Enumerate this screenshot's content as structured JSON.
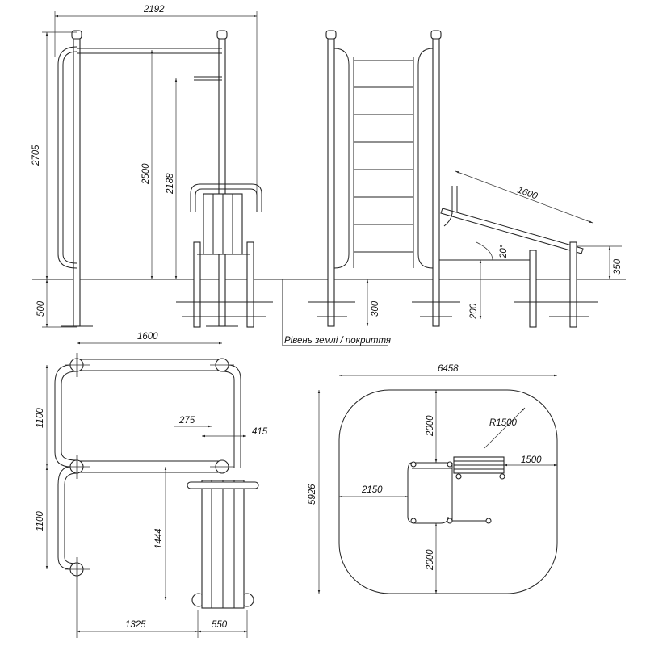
{
  "front_view": {
    "width": "2192",
    "height_total": "2705",
    "bar_height": "2500",
    "bar2_height": "2188",
    "depth": "500"
  },
  "side_view": {
    "incline_length": "1600",
    "angle": "20°",
    "incline_height": "350",
    "ladder_depth": "300",
    "support_height": "200"
  },
  "ground_label": "Рівень землі / покриття",
  "plan_view": {
    "width": "1600",
    "side_a": "1100",
    "side_b": "1100",
    "bench_offset": "275",
    "bench_width_outer": "415",
    "bench_length": "1444",
    "offset_x": "1325",
    "bench_width": "550"
  },
  "site_plan": {
    "width": "6458",
    "height": "5926",
    "top_gap": "2000",
    "radius": "R1500",
    "right_gap": "1500",
    "left_gap": "2150",
    "bottom_gap": "2000"
  }
}
